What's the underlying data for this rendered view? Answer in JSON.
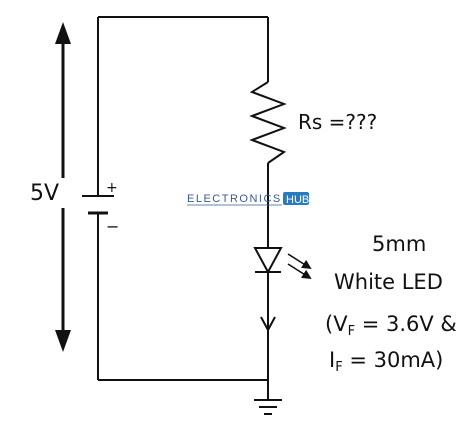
{
  "diagram": {
    "voltage_label": "5V",
    "plus_sign": "+",
    "minus_sign": "−",
    "resistor_label": "Rs =???",
    "led": {
      "line1": "5mm",
      "line2": "White LED",
      "vf_open": "(V",
      "vf_sub": "F",
      "vf_rest": " = 3.6V &",
      "if_main": "I",
      "if_sub": "F",
      "if_rest": " = 30mA)"
    },
    "watermark": {
      "part1": "ELECTRONICS",
      "part2": "HUB"
    }
  },
  "colors": {
    "line": "#111111",
    "watermark_text": "#3a5b93",
    "watermark_badge": "#2a7ac0"
  }
}
